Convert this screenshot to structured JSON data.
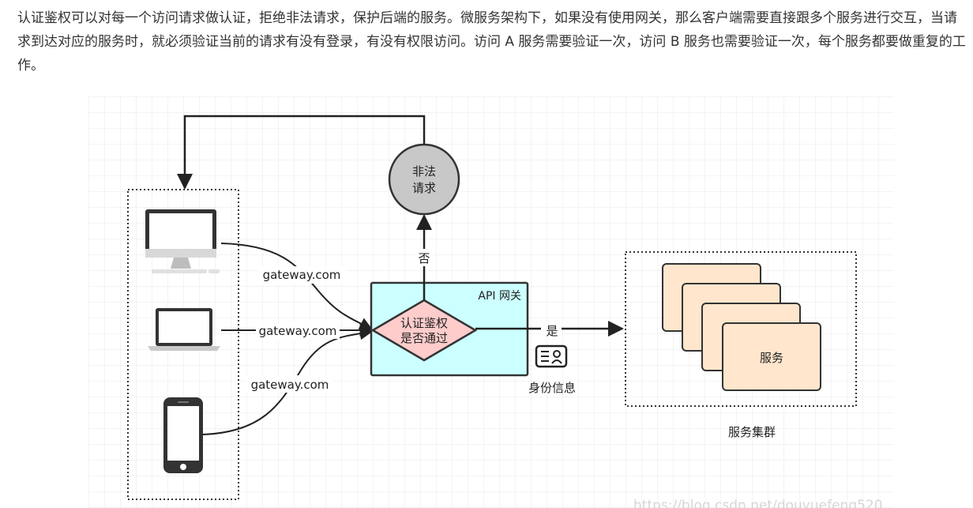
{
  "paragraph": "认证鉴权可以对每一个访问请求做认证，拒绝非法请求，保护后端的服务。微服务架构下，如果没有使用网关，那么客户端需要直接跟多个服务进行交互，当请求到达对应的服务时，就必须验证当前的请求有没有登录，有没有权限访问。访问 A 服务需要验证一次，访问 B 服务也需要验证一次，每个服务都要做重复的工作。",
  "diagram": {
    "illegal_request": [
      "非法",
      "请求"
    ],
    "no_label": "否",
    "yes_label": "是",
    "gateway_title": "API 网关",
    "auth_decision": [
      "认证鉴权",
      "是否通过"
    ],
    "client_requests": [
      "gateway.com",
      "gateway.com",
      "gateway.com"
    ],
    "identity_label": "身份信息",
    "service_label": "服务",
    "cluster_label": "服务集群",
    "watermark": "https://blog.csdn.net/douyuefeng520"
  }
}
